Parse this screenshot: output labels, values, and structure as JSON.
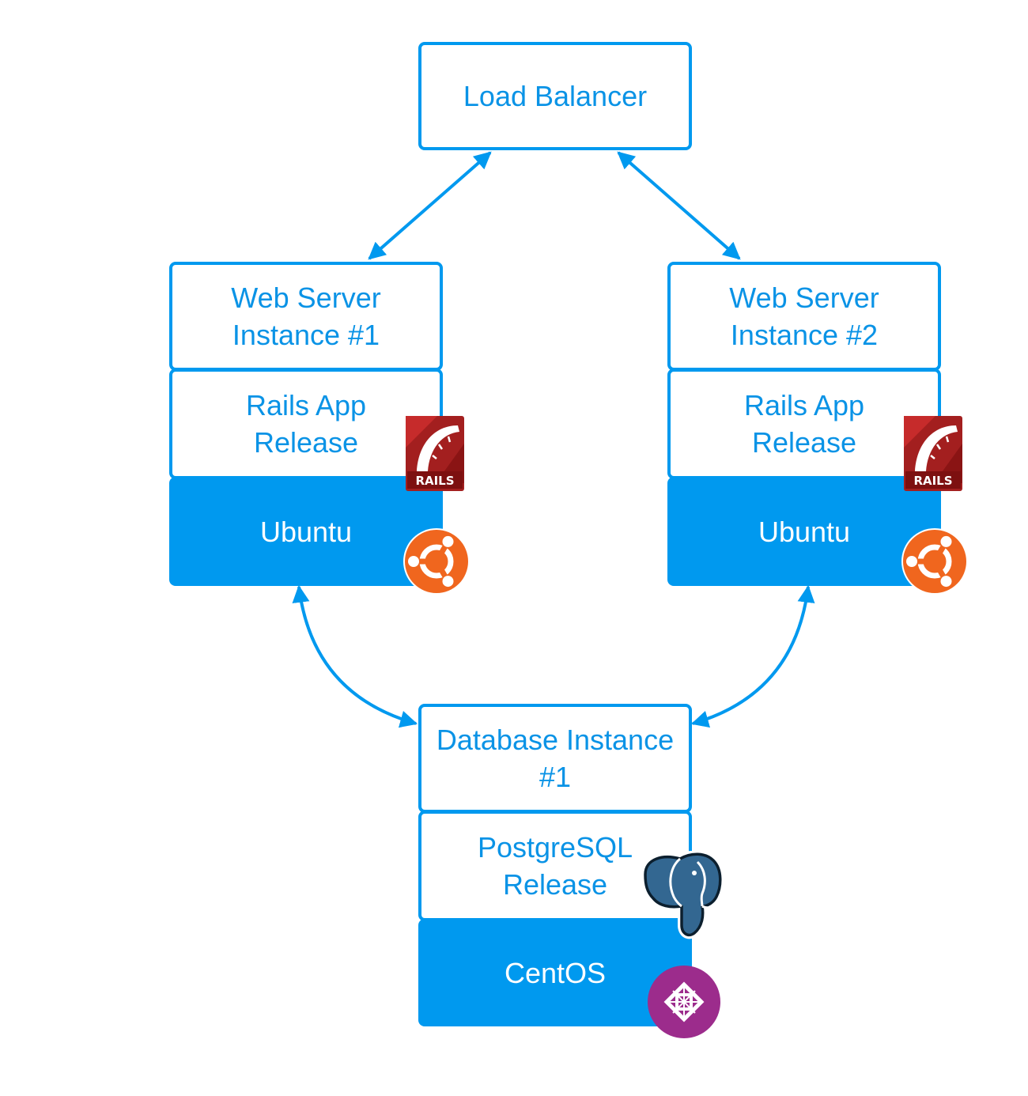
{
  "colors": {
    "accent": "#0099ef",
    "text": "#0a93e6",
    "os_fill": "#0099ef"
  },
  "load_balancer": {
    "label": "Load Balancer"
  },
  "web_servers": [
    {
      "instance": [
        "Web Server",
        "Instance #1"
      ],
      "app": [
        "Rails App",
        "Release"
      ],
      "os": "Ubuntu",
      "app_icon": "rails-logo-icon",
      "os_icon": "ubuntu-logo-icon"
    },
    {
      "instance": [
        "Web Server",
        "Instance #2"
      ],
      "app": [
        "Rails App",
        "Release"
      ],
      "os": "Ubuntu",
      "app_icon": "rails-logo-icon",
      "os_icon": "ubuntu-logo-icon"
    }
  ],
  "database": {
    "instance": [
      "Database Instance",
      "#1"
    ],
    "app": [
      "PostgreSQL",
      "Release"
    ],
    "os": "CentOS",
    "app_icon": "postgresql-elephant-icon",
    "os_icon": "centos-logo-icon"
  },
  "rails_logo_text": "RAILS"
}
